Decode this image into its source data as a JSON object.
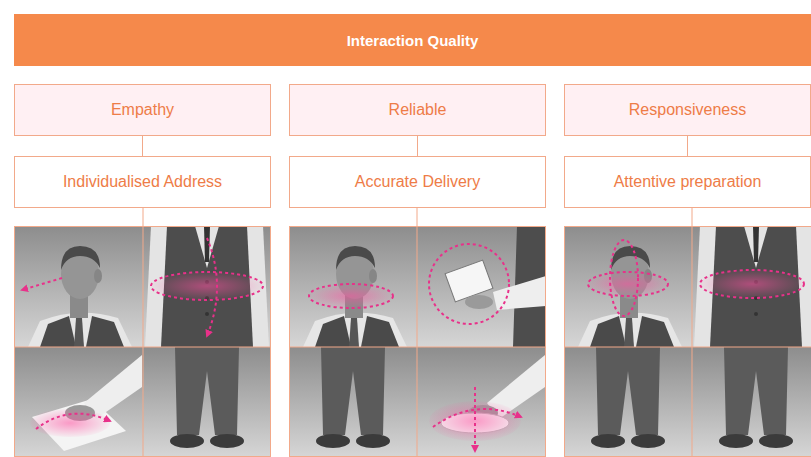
{
  "diagram": {
    "nodes": [
      {
        "text": [
          "Interaction Quality"
        ]
      },
      {
        "text": [
          "Empathy"
        ]
      },
      {
        "text": [
          "Reliable"
        ]
      },
      {
        "text": [
          "Responsiveness"
        ]
      },
      {
        "text": [
          "Individualised Address"
        ]
      },
      {
        "text": [
          "Accurate Delivery"
        ]
      },
      {
        "text": [
          "Attentive preparation"
        ]
      }
    ],
    "edges": [
      {
        "from": 1,
        "to": 4,
        "arrow": "none"
      },
      {
        "from": 2,
        "to": 5,
        "arrow": "none"
      },
      {
        "from": 3,
        "to": 6,
        "arrow": "none"
      }
    ]
  }
}
